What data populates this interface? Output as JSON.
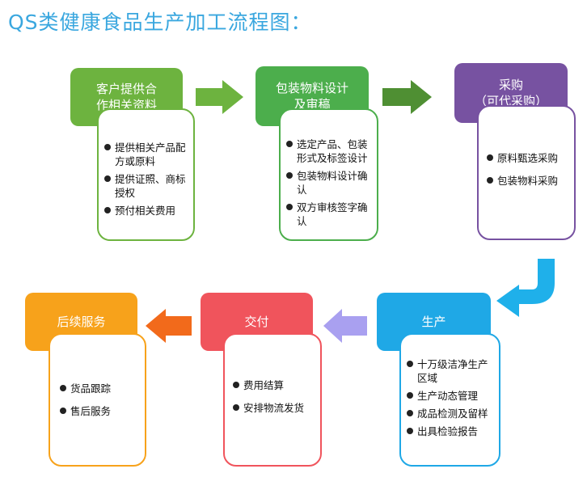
{
  "title": "QS类健康食品生产加工流程图：",
  "steps": [
    {
      "header": "客户提供合\n作相关资料",
      "color": "#6db33f",
      "items": [
        "提供相关产品配方或原料",
        "提供证照、商标授权",
        "预付相关费用"
      ]
    },
    {
      "header": "包装物料设计\n及审稿",
      "color": "#4cae4c",
      "items": [
        "选定产品、包装形式及标签设计",
        "包装物料设计确认",
        "双方审核签字确认"
      ]
    },
    {
      "header": "采购\n（可代采购）",
      "color": "#7752a1",
      "items": [
        "原料甄选采购",
        "包装物料采购"
      ]
    },
    {
      "header": "生产",
      "color": "#1fa8e6",
      "items": [
        "十万级洁净生产区域",
        "生产动态管理",
        "成品检测及留样",
        "出具检验报告"
      ]
    },
    {
      "header": "交付",
      "color": "#f0545c",
      "items": [
        "费用结算",
        "安排物流发货"
      ]
    },
    {
      "header": "后续服务",
      "color": "#f7a21b",
      "items": [
        "货品跟踪",
        "售后服务"
      ]
    }
  ],
  "arrow_colors": [
    "#6db33f",
    "#4f8f33",
    "#1fb0ea",
    "#a9a0f0",
    "#f26a1b"
  ]
}
